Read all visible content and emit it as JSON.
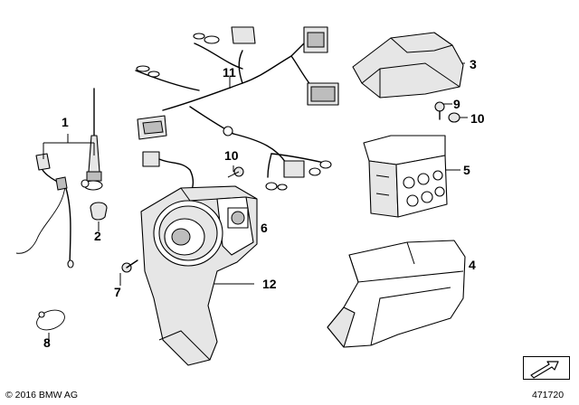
{
  "callouts": {
    "c1": "1",
    "c2": "2",
    "c3": "3",
    "c4": "4",
    "c5": "5",
    "c6": "6",
    "c7": "7",
    "c8": "8",
    "c9": "9",
    "c10a": "10",
    "c10b": "10",
    "c11": "11",
    "c12": "12"
  },
  "footer": {
    "copyright": "© 2016 BMW AG",
    "doc_number": "471720"
  },
  "icons": {
    "nav": "diagonal-arrow-icon"
  }
}
